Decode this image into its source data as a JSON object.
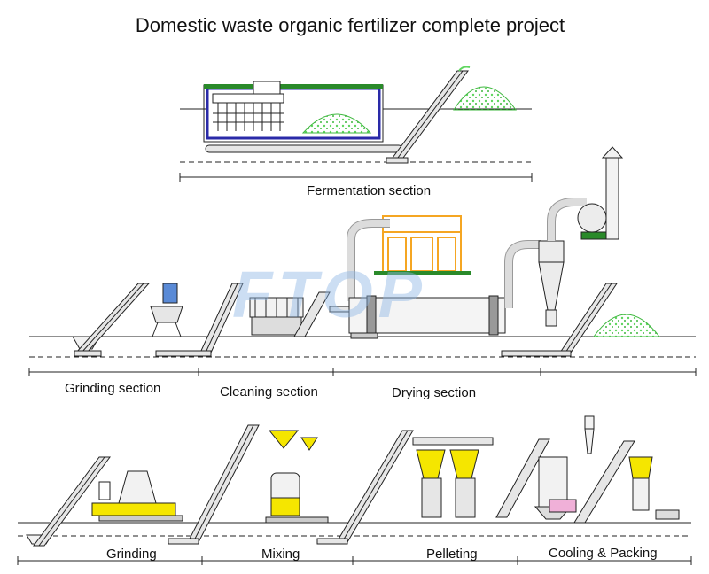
{
  "diagram": {
    "title": "Domestic waste organic fertilizer complete project",
    "watermark": "FTOP",
    "sections": {
      "fermentation": "Fermentation section",
      "grinding_section": "Grinding section",
      "cleaning": "Cleaning section",
      "drying": "Drying section",
      "grinding": "Grinding",
      "mixing": "Mixing",
      "pelleting": "Pelleting",
      "cooling_packing": "Cooling & Packing"
    },
    "colors": {
      "line": "#222222",
      "material": "#5fd65f",
      "conveyor_fill": "#e6e6e6",
      "tank": "#e8e8a8",
      "frame": "#f5a623",
      "pipe": "#dcdcdc",
      "blue_frame": "#2a2aa8",
      "green_base": "#2a8a2a",
      "pink": "#f0b0d8",
      "yellow": "#f5e600",
      "watermark": "#8fb8e6"
    }
  }
}
